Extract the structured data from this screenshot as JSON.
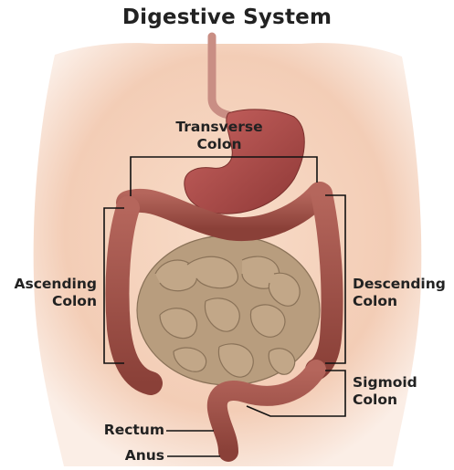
{
  "title": "Digestive System",
  "labels": {
    "transverse": [
      "Transverse",
      "Colon"
    ],
    "ascending": [
      "Ascending",
      "Colon"
    ],
    "descending": [
      "Descending",
      "Colon"
    ],
    "sigmoid": [
      "Sigmoid",
      "Colon"
    ],
    "rectum": "Rectum",
    "anus": "Anus"
  },
  "colors": {
    "skin": "#f6d9c8",
    "colon": "#a0534a",
    "intestine": "#b59a7b",
    "stomach": "#b04a48",
    "line": "#111111"
  }
}
